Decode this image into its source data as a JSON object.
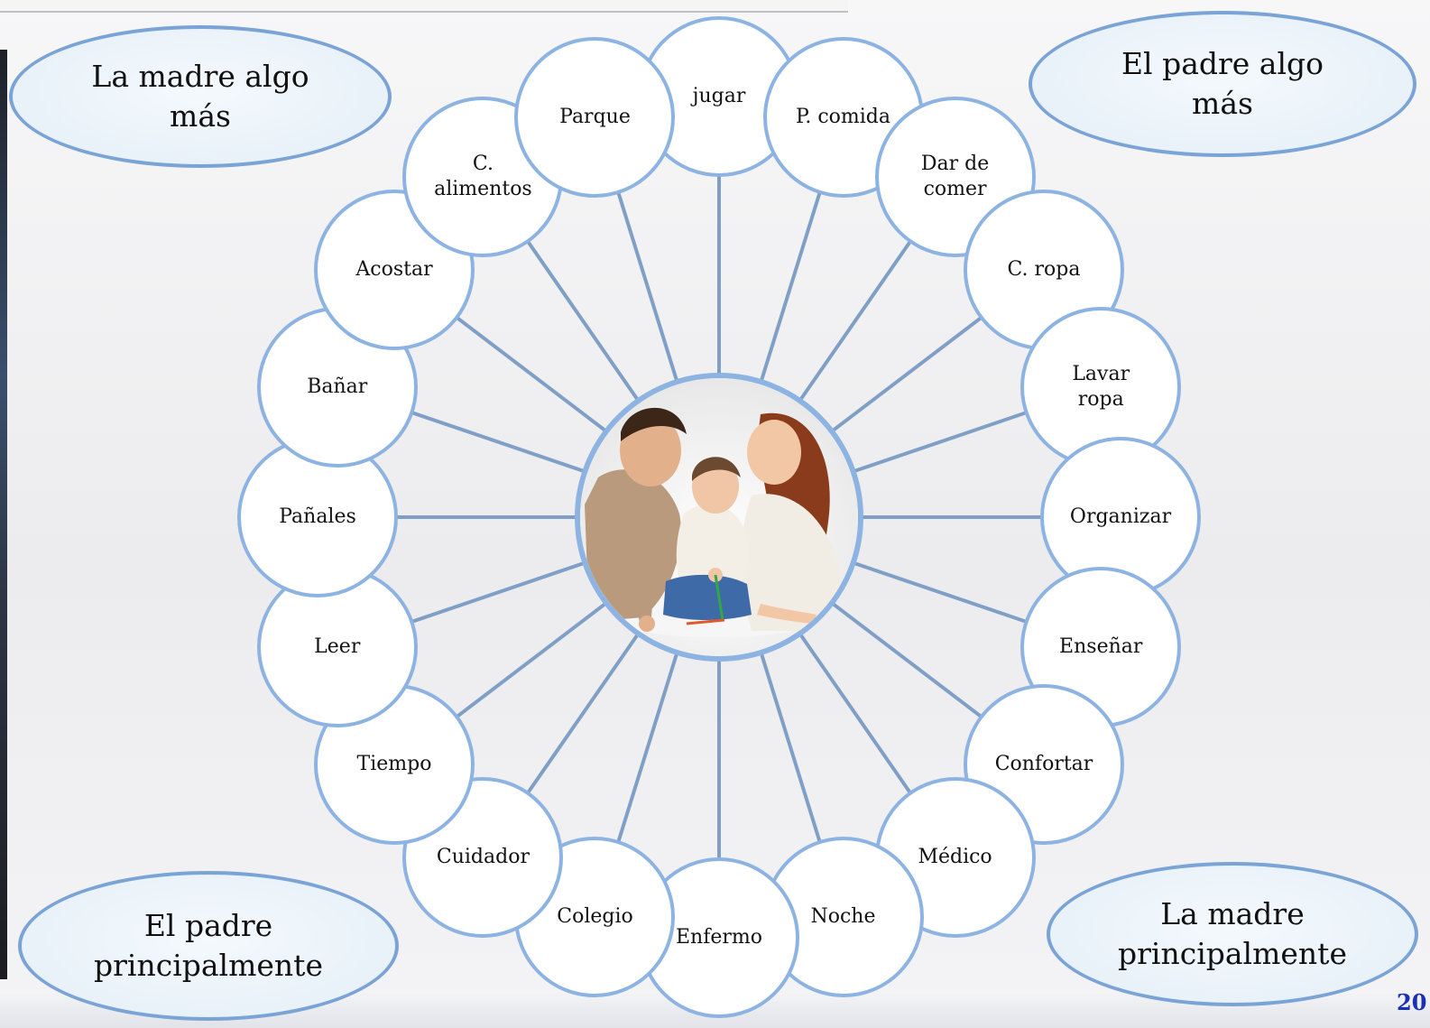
{
  "center": {
    "image": "family-illustration",
    "description_icon": "parents-with-child-drawing"
  },
  "nodes": [
    {
      "id": "jugar",
      "label": "jugar"
    },
    {
      "id": "p-comida",
      "label": "P. comida"
    },
    {
      "id": "dar-de-comer",
      "label": "Dar de\ncomer"
    },
    {
      "id": "c-ropa",
      "label": "C. ropa"
    },
    {
      "id": "lavar-ropa",
      "label": "Lavar\nropa"
    },
    {
      "id": "organizar",
      "label": "Organizar"
    },
    {
      "id": "ensenar",
      "label": "Enseñar"
    },
    {
      "id": "confortar",
      "label": "Confortar"
    },
    {
      "id": "medico",
      "label": "Médico"
    },
    {
      "id": "noche",
      "label": "Noche"
    },
    {
      "id": "enfermo",
      "label": "Enfermo"
    },
    {
      "id": "colegio",
      "label": "Colegio"
    },
    {
      "id": "cuidador",
      "label": "Cuidador"
    },
    {
      "id": "tiempo",
      "label": "Tiempo"
    },
    {
      "id": "leer",
      "label": "Leer"
    },
    {
      "id": "panales",
      "label": "Pañales"
    },
    {
      "id": "banar",
      "label": "Bañar"
    },
    {
      "id": "acostar",
      "label": "Acostar"
    },
    {
      "id": "c-alimentos",
      "label": "C.\nalimentos"
    },
    {
      "id": "parque",
      "label": "Parque"
    }
  ],
  "corners": {
    "top_left": "La madre algo\nmás",
    "top_right": "El padre algo\nmás",
    "bottom_left": "El padre\nprincipalmente",
    "bottom_right": "La madre\nprincipalmente"
  },
  "page_number": "20",
  "colors": {
    "node_border": "#8db3e2",
    "spoke": "#7f9fc6",
    "corner_fill": "#e4eef7",
    "page_number": "#1a2fb8"
  }
}
